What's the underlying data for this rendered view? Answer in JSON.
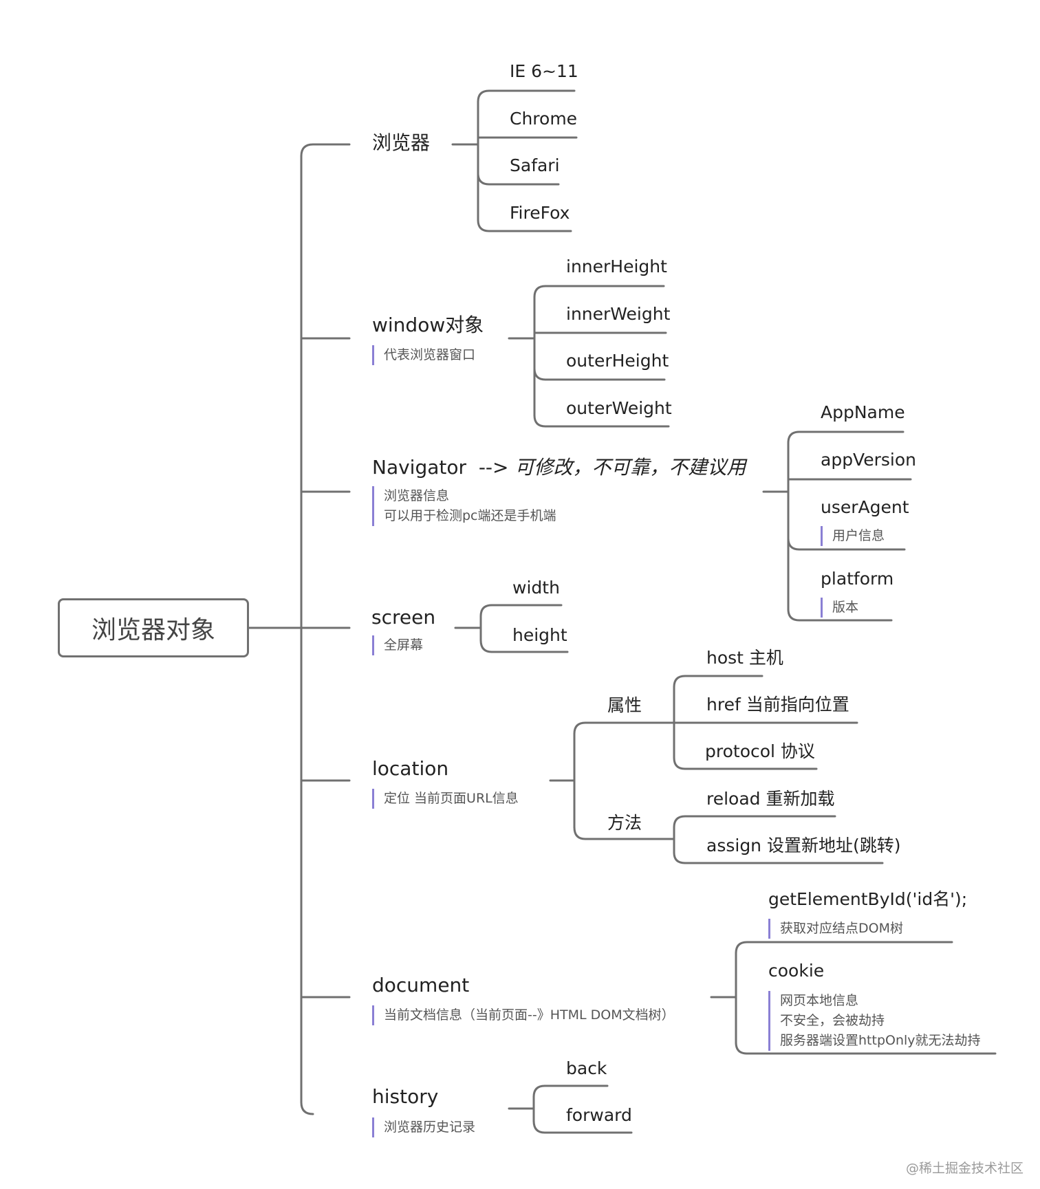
{
  "root": "浏览器对象",
  "browser": {
    "label": "浏览器",
    "items": [
      "IE 6~11",
      "Chrome",
      "Safari",
      "FireFox"
    ]
  },
  "window": {
    "label": "window对象",
    "note": "代表浏览器窗口",
    "items": [
      "innerHeight",
      "innerWeight",
      "outerHeight",
      "outerWeight"
    ]
  },
  "navigator": {
    "label": "Navigator",
    "arrow": "-->",
    "remark": "可修改，不可靠，不建议用",
    "notes": [
      "浏览器信息",
      "可以用于检测pc端还是手机端"
    ],
    "items": [
      {
        "label": "AppName"
      },
      {
        "label": "appVersion"
      },
      {
        "label": "userAgent",
        "note": "用户信息"
      },
      {
        "label": "platform",
        "note": "版本"
      }
    ]
  },
  "screen": {
    "label": "screen",
    "note": "全屏幕",
    "items": [
      "width",
      "height"
    ]
  },
  "location": {
    "label": "location",
    "note": "定位 当前页面URL信息",
    "props_label": "属性",
    "props": [
      "host  主机",
      "href  当前指向位置",
      "protocol 协议"
    ],
    "methods_label": "方法",
    "methods": [
      "reload 重新加载",
      "assign 设置新地址(跳转)"
    ]
  },
  "document": {
    "label": "document",
    "note": "当前文档信息（当前页面--》HTML DOM文档树）",
    "items": [
      {
        "label": "getElementById('id名');",
        "notes": [
          "获取对应结点DOM树"
        ]
      },
      {
        "label": "cookie",
        "notes": [
          "网页本地信息",
          "不安全，会被劫持",
          "服务器端设置httpOnly就无法劫持"
        ]
      }
    ]
  },
  "history": {
    "label": "history",
    "note": "浏览器历史记录",
    "items": [
      "back",
      "forward"
    ]
  },
  "watermark": "@稀土掘金技术社区",
  "colors": {
    "line": "#707070",
    "note_bar": "#8a7fd4",
    "note_text": "#555555"
  }
}
